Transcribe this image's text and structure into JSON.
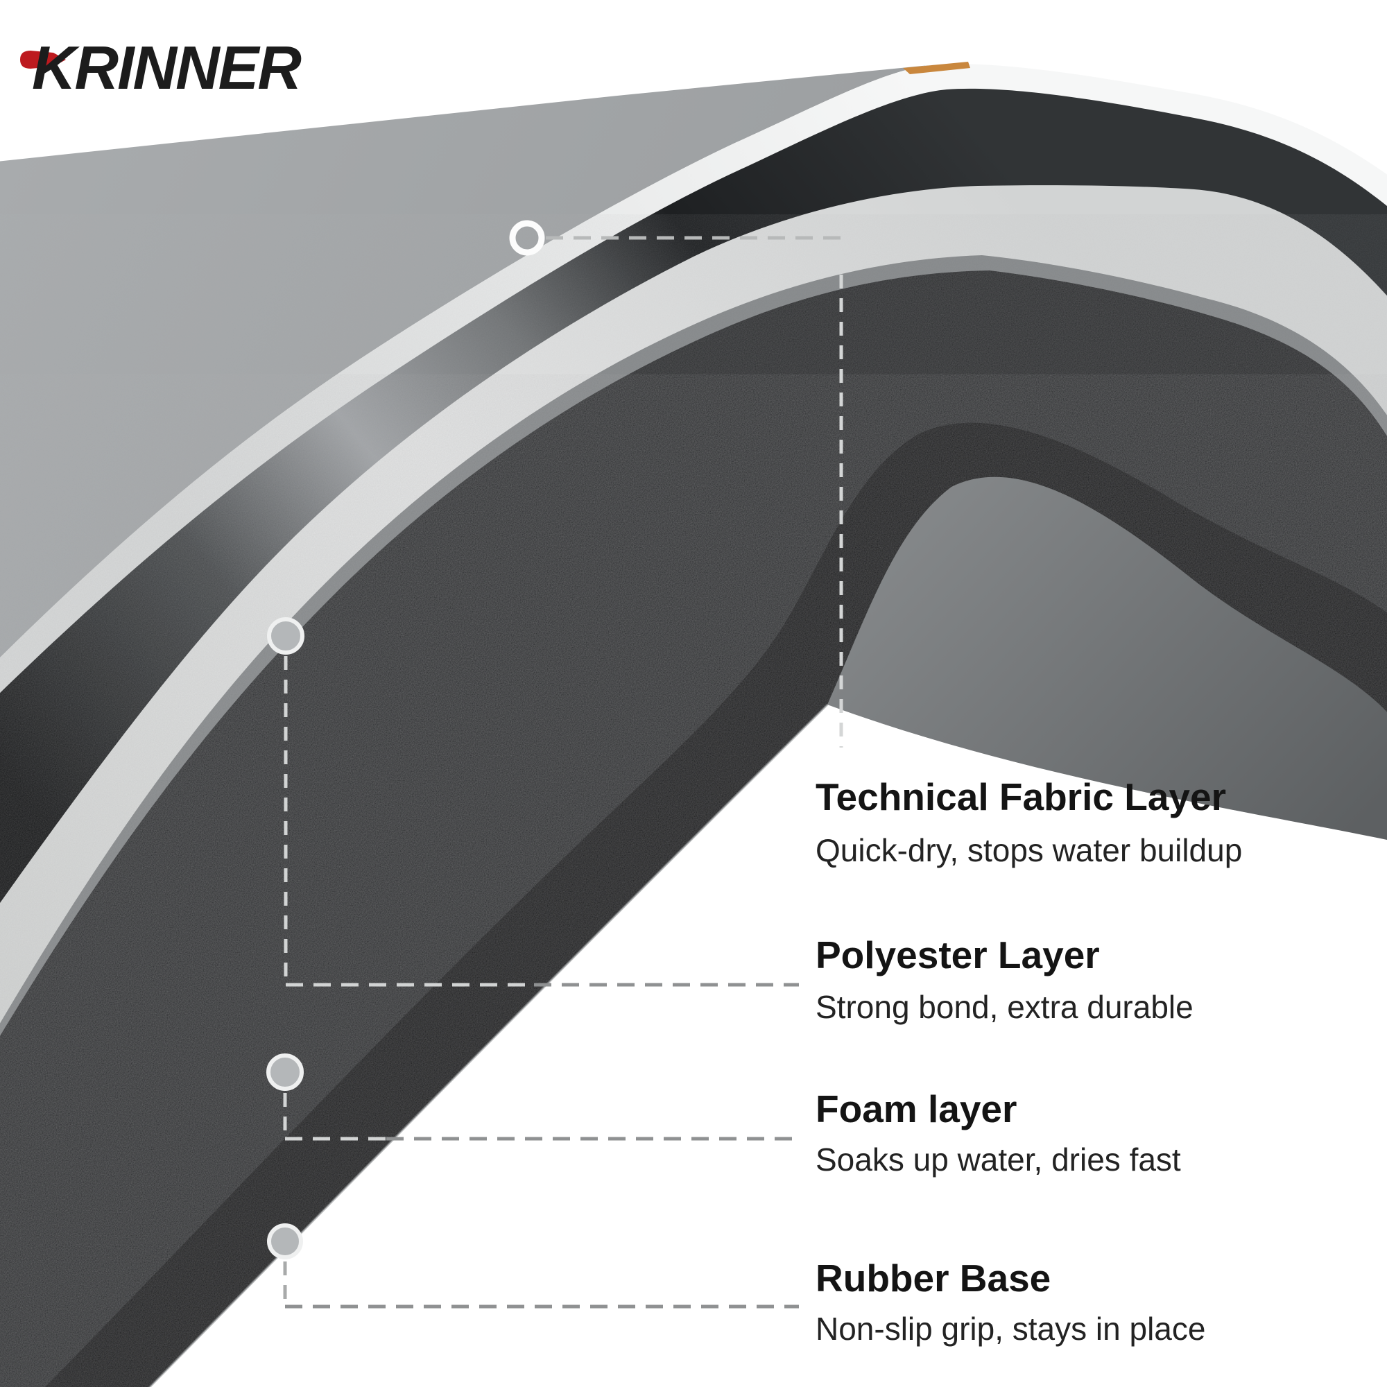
{
  "logo": {
    "text": "KRINNER",
    "accent_color": "#bd1a1f",
    "text_color": "#1c1c1c"
  },
  "diagram": {
    "type": "product-layer-cutaway",
    "subject": "bath mat cross-section",
    "layers_top_to_bottom": [
      "Technical Fabric Layer",
      "Polyester Layer",
      "Foam layer",
      "Rubber Base"
    ],
    "colors": {
      "mat_top_surface": "#a3a6a8",
      "rim_edge": "#e9eaea",
      "fabric_side_sheen": "#9da0a3",
      "polyester_band": "#dcdedd",
      "foam": "#26282a",
      "rubber": "#131416",
      "underside": "#6f7274",
      "callout_line": "#9a9c9c",
      "background": "#ffffff"
    }
  },
  "callouts": [
    {
      "id": "technical-fabric",
      "title": "Technical Fabric Layer",
      "description": "Quick-dry, stops water buildup"
    },
    {
      "id": "polyester",
      "title": "Polyester Layer",
      "description": "Strong bond, extra durable"
    },
    {
      "id": "foam",
      "title": "Foam layer",
      "description": "Soaks up water, dries fast"
    },
    {
      "id": "rubber",
      "title": "Rubber Base",
      "description": "Non-slip grip, stays in place"
    }
  ]
}
